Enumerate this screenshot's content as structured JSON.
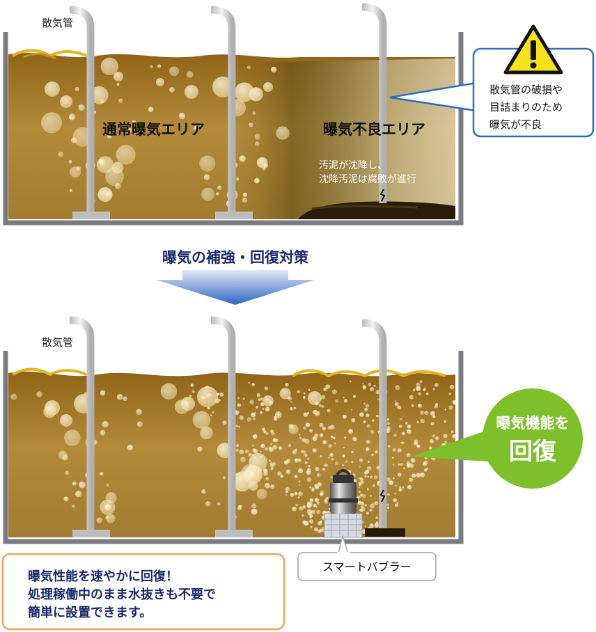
{
  "top": {
    "pipe_label": "散気管",
    "normal_area": "通常曝気エリア",
    "bad_area": "曝気不良エリア",
    "sludge_line1": "汚泥が沈降し、",
    "sludge_line2": "沈降汚泥は腐敗が進行",
    "warning_icon": "warning-triangle-icon",
    "callout_line1": "散気管の破損や",
    "callout_line2": "目詰まりのため",
    "callout_line3": "曝気が不良"
  },
  "transition": {
    "label": "曝気の補強・回復対策"
  },
  "bottom": {
    "pipe_label": "散気管",
    "device_label": "スマートバブラー",
    "badge_line1": "曝気機能を",
    "badge_line2": "回復",
    "note_line1": "曝気性能を速やかに回復！",
    "note_line2": "処理稼働中のまま水抜きも不要で",
    "note_line3": "簡単に設置できます。"
  },
  "colors": {
    "water_dark": "#9a6f22",
    "water_light": "#c9a24e",
    "navy_text": "#1a2a6c",
    "arrow_blue": "#2f66c4",
    "callout_border": "#2b6cc4",
    "warning_yellow": "#f5e21d",
    "badge_green": "#7ec02c",
    "note_border": "#f0a35a"
  }
}
